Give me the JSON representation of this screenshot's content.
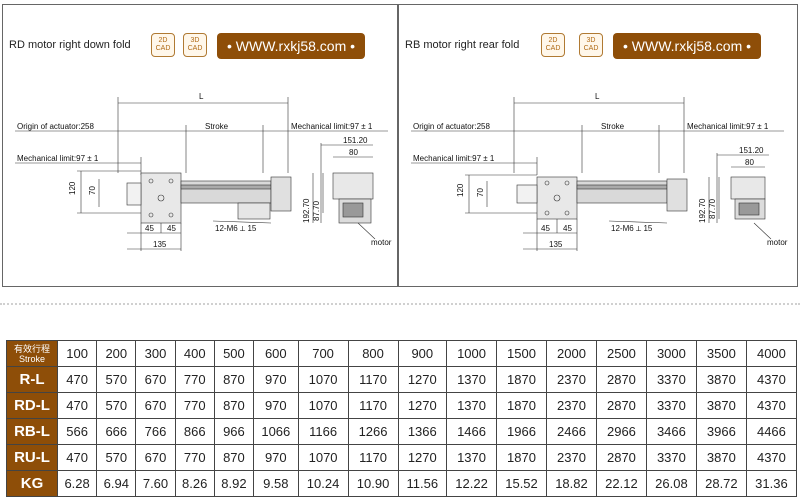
{
  "left_panel": {
    "title": "RD motor right down fold",
    "cad2d": "2D CAD",
    "cad3d": "3D CAD",
    "website": "• WWW.rxkj58.com •",
    "dims": {
      "L": "L",
      "origin": "Origin of actuator:258",
      "stroke": "Stroke",
      "mech_right": "Mechanical limit:97 ± 1",
      "mech_left": "Mechanical limit:97 ± 1",
      "d120": "120",
      "d70": "70",
      "d45a": "45",
      "d45b": "45",
      "d135": "135",
      "screw": "12-M6 ⟂ 15",
      "d151": "151.20",
      "d80": "80",
      "d8770": "87.70",
      "d19270": "192.70",
      "motor": "motor"
    }
  },
  "right_panel": {
    "title": "RB motor right rear fold",
    "cad2d": "2D CAD",
    "cad3d": "3D CAD",
    "website": "• WWW.rxkj58.com •",
    "dims": {
      "L": "L",
      "origin": "Origin of actuator:258",
      "stroke": "Stroke",
      "mech_right": "Mechanical limit:97 ± 1",
      "mech_left": "Mechanical limit:97 ± 1",
      "d120": "120",
      "d70": "70",
      "d45a": "45",
      "d45b": "45",
      "d135": "135",
      "screw": "12-M6 ⟂ 15",
      "d151": "151.20",
      "d80": "80",
      "d8770": "87.70",
      "d19270": "192.70",
      "motor": "motor"
    }
  },
  "table": {
    "header_cn": "有效行程",
    "header_en": "Stroke",
    "strokes": [
      "100",
      "200",
      "300",
      "400",
      "500",
      "600",
      "700",
      "800",
      "900",
      "1000",
      "1500",
      "2000",
      "2500",
      "3000",
      "3500",
      "4000"
    ],
    "rows": [
      {
        "label": "R-L",
        "values": [
          "470",
          "570",
          "670",
          "770",
          "870",
          "970",
          "1070",
          "1170",
          "1270",
          "1370",
          "1870",
          "2370",
          "2870",
          "3370",
          "3870",
          "4370"
        ]
      },
      {
        "label": "RD-L",
        "values": [
          "470",
          "570",
          "670",
          "770",
          "870",
          "970",
          "1070",
          "1170",
          "1270",
          "1370",
          "1870",
          "2370",
          "2870",
          "3370",
          "3870",
          "4370"
        ]
      },
      {
        "label": "RB-L",
        "values": [
          "566",
          "666",
          "766",
          "866",
          "966",
          "1066",
          "1166",
          "1266",
          "1366",
          "1466",
          "1966",
          "2466",
          "2966",
          "3466",
          "3966",
          "4466"
        ]
      },
      {
        "label": "RU-L",
        "values": [
          "470",
          "570",
          "670",
          "770",
          "870",
          "970",
          "1070",
          "1170",
          "1270",
          "1370",
          "1870",
          "2370",
          "2870",
          "3370",
          "3870",
          "4370"
        ]
      },
      {
        "label": "KG",
        "values": [
          "6.28",
          "6.94",
          "7.60",
          "8.26",
          "8.92",
          "9.58",
          "10.24",
          "10.90",
          "11.56",
          "12.22",
          "15.52",
          "18.82",
          "22.12",
          "26.08",
          "28.72",
          "31.36"
        ]
      }
    ]
  },
  "colors": {
    "brand": "#8e4e08",
    "cad_border": "#b07a33"
  }
}
